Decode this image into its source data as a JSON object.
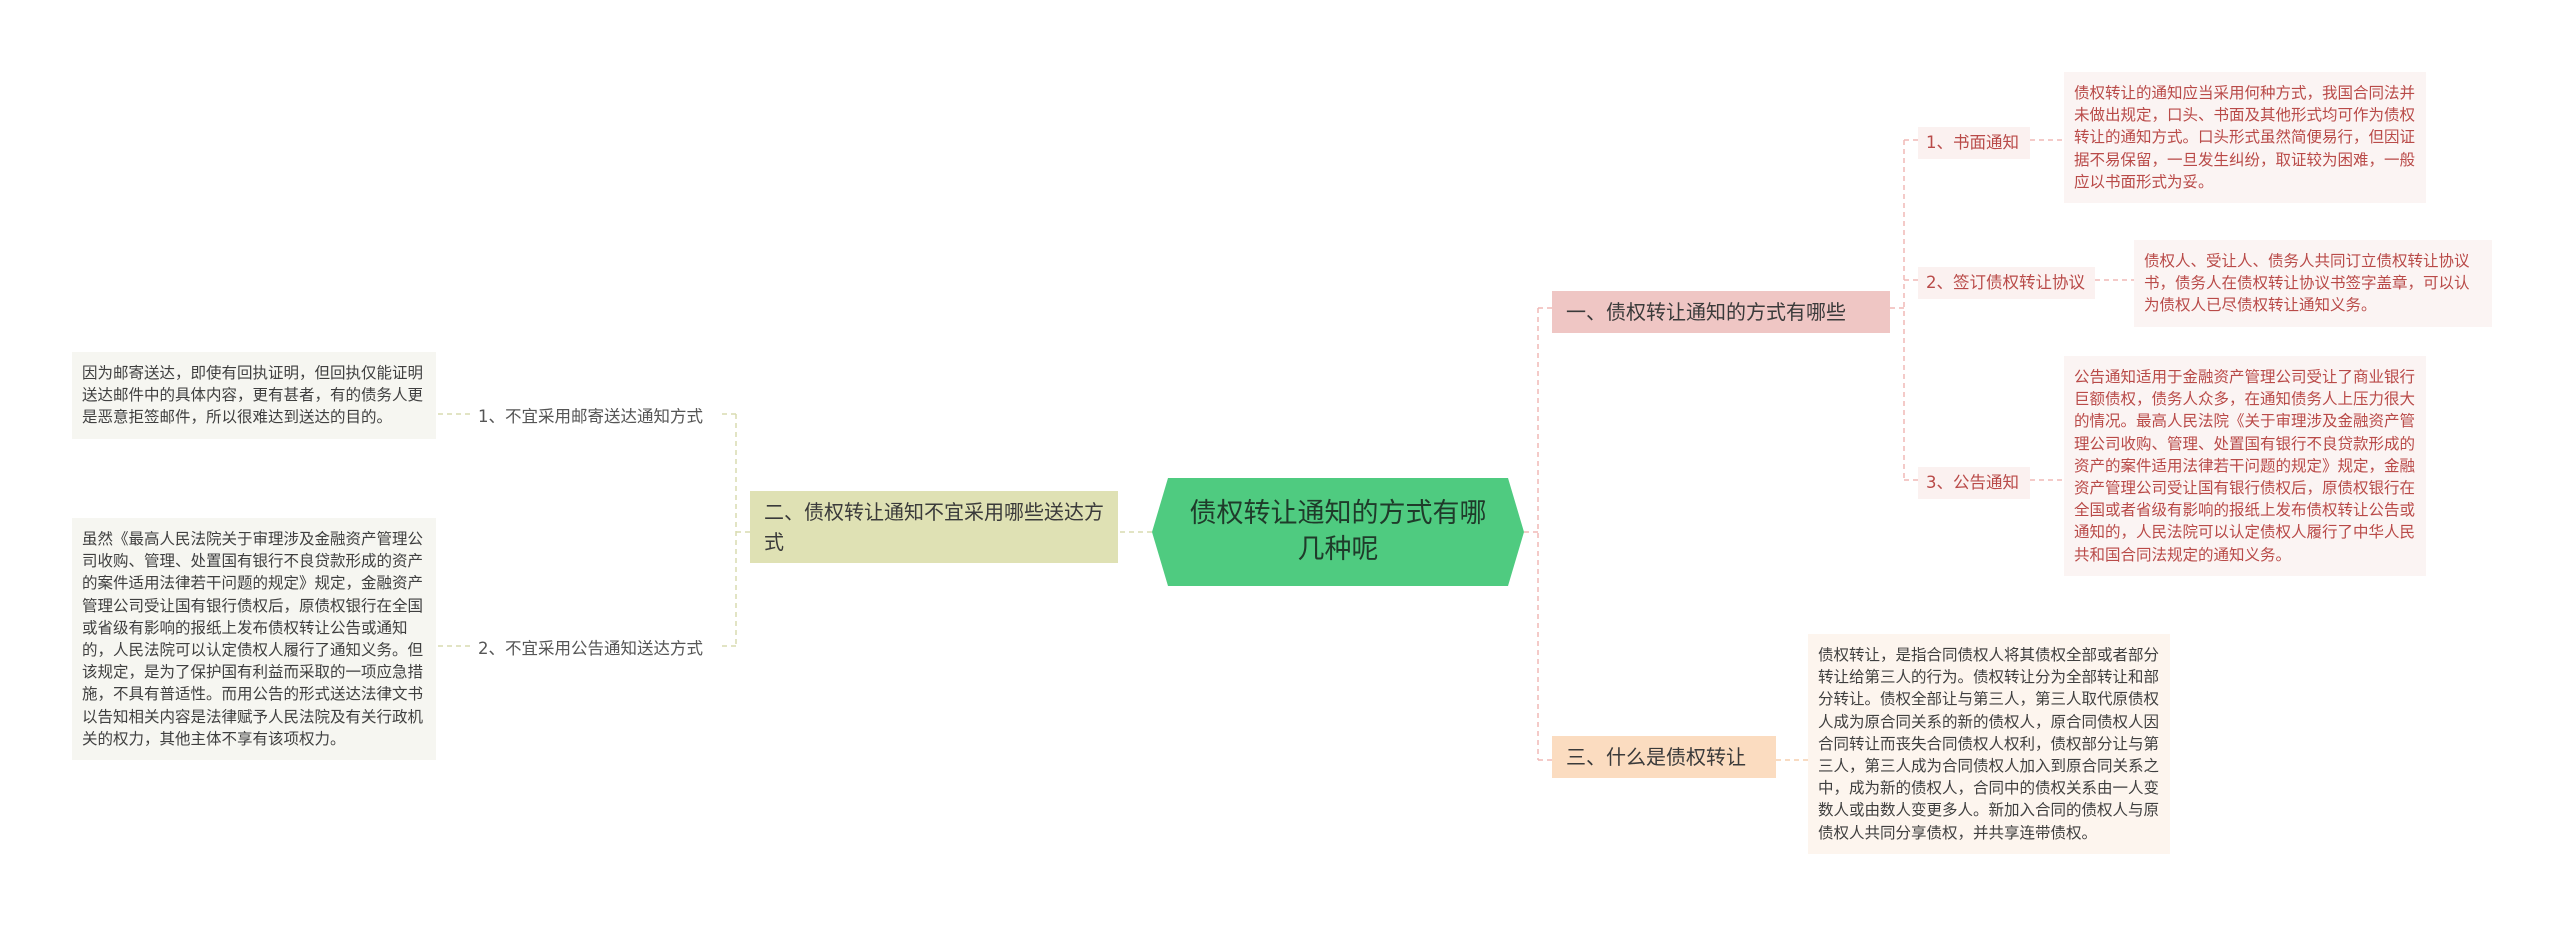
{
  "root": {
    "title": "债权转让通知的方式有哪几种呢"
  },
  "branches": [
    {
      "title": "一、债权转让通知的方式有哪些",
      "items": [
        {
          "label": "1、书面通知",
          "text": "债权转让的通知应当采用何种方式，我国合同法并未做出规定，口头、书面及其他形式均可作为债权转让的通知方式。口头形式虽然简便易行，但因证据不易保留，一旦发生纠纷，取证较为困难，一般应以书面形式为妥。"
        },
        {
          "label": "2、签订债权转让协议",
          "text": "债权人、受让人、债务人共同订立债权转让协议书，债务人在债权转让协议书签字盖章，可以认为债权人已尽债权转让通知义务。"
        },
        {
          "label": "3、公告通知",
          "text": "公告通知适用于金融资产管理公司受让了商业银行巨额债权，债务人众多，在通知债务人上压力很大的情况。最高人民法院《关于审理涉及金融资产管理公司收购、管理、处置国有银行不良贷款形成的资产的案件适用法律若干问题的规定》规定，金融资产管理公司受让国有银行债权后，原债权银行在全国或者省级有影响的报纸上发布债权转让公告或通知的，人民法院可以认定债权人履行了中华人民共和国合同法规定的通知义务。"
        }
      ]
    },
    {
      "title": "二、债权转让通知不宜采用哪些送达方式",
      "items": [
        {
          "label": "1、不宜采用邮寄送达通知方式",
          "text": "因为邮寄送达，即使有回执证明，但回执仅能证明送达邮件中的具体内容，更有甚者，有的债务人更是恶意拒签邮件，所以很难达到送达的目的。"
        },
        {
          "label": "2、不宜采用公告通知送达方式",
          "text": "虽然《最高人民法院关于审理涉及金融资产管理公司收购、管理、处置国有银行不良贷款形成的资产的案件适用法律若干问题的规定》规定，金融资产管理公司受让国有银行债权后，原债权银行在全国或省级有影响的报纸上发布债权转让公告或通知的，人民法院可以认定债权人履行了通知义务。但该规定，是为了保护国有利益而采取的一项应急措施，不具有普适性。而用公告的形式送达法律文书以告知相关内容是法律赋予人民法院及有关行政机关的权力，其他主体不享有该项权力。"
        }
      ]
    },
    {
      "title": "三、什么是债权转让",
      "text": "债权转让，是指合同债权人将其债权全部或者部分转让给第三人的行为。债权转让分为全部转让和部分转让。债权全部让与第三人，第三人取代原债权人成为原合同关系的新的债权人，原合同债权人因合同转让而丧失合同债权人权利，债权部分让与第三人，第三人成为合同债权人加入到原合同关系之中，成为新的债权人，合同中的债权关系由一人变数人或由数人变更多人。新加入合同的债权人与原债权人共同分享债权，并共享连带债权。"
    }
  ],
  "colors": {
    "root": "#4fcb80",
    "branch1": "#efc6c4",
    "branch2": "#dfe1b4",
    "branch3": "#fbdcc0",
    "connector_right": "#f0b9b5",
    "connector_left": "#d9dcb0"
  }
}
